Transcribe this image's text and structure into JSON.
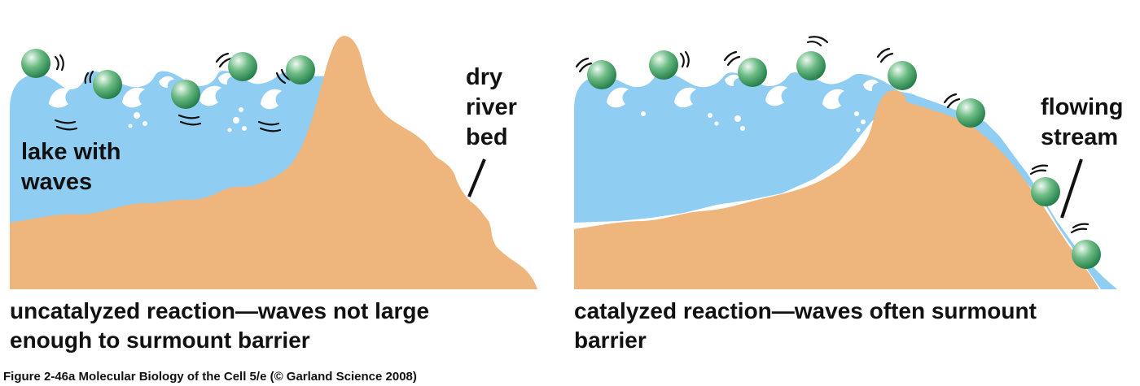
{
  "left_panel": {
    "water_label_lines": [
      "lake with",
      "waves"
    ],
    "dry_label_lines": [
      "dry",
      "river",
      "bed"
    ],
    "caption_lines": [
      "uncatalyzed reaction—waves not large",
      "enough to surmount barrier"
    ]
  },
  "right_panel": {
    "stream_label_lines": [
      "flowing",
      "stream"
    ],
    "caption_lines": [
      "catalyzed reaction—waves often surmount",
      "barrier"
    ]
  },
  "credit": "Figure 2-46a  Molecular Biology of the Cell 5/e (© Garland Science 2008)",
  "colors": {
    "water": "#8fcdf2",
    "land": "#eeb57c",
    "ball_dark": "#1e7a45",
    "ball_light": "#dff3e5",
    "bubble": "#ffffff",
    "text": "#111111"
  }
}
